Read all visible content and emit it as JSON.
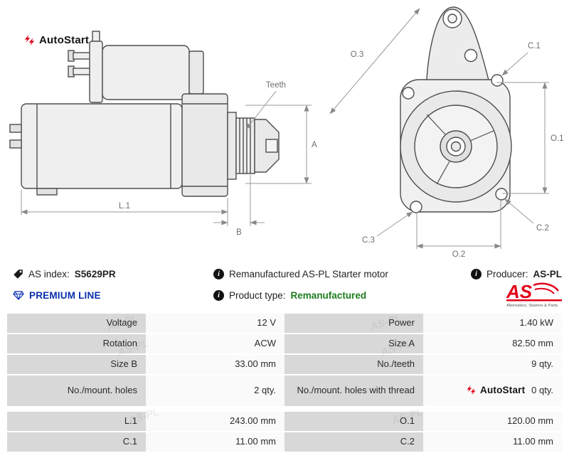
{
  "logo": {
    "autostart": "AutoStart",
    "as_short": "AS",
    "as_tagline": "Alternators, Starters & Parts"
  },
  "watermark": "AS-PL",
  "diagram": {
    "teeth": "Teeth",
    "a": "A",
    "b": "B",
    "l1": "L.1",
    "o1": "O.1",
    "o2": "O.2",
    "o3": "O.3",
    "c1": "C.1",
    "c2": "C.2",
    "c3": "C.3"
  },
  "info": {
    "as_index_label": "AS index:",
    "as_index_value": "S5629PR",
    "description": "Remanufactured AS-PL Starter motor",
    "producer_label": "Producer:",
    "producer_value": "AS-PL",
    "premium_line": "PREMIUM LINE",
    "product_type_label": "Product type:",
    "product_type_value": "Remanufactured"
  },
  "table": {
    "rows": [
      {
        "label1": "Voltage",
        "value1": "12 V",
        "label2": "Power",
        "value2": "1.40 kW"
      },
      {
        "label1": "Rotation",
        "value1": "ACW",
        "label2": "Size A",
        "value2": "82.50 mm"
      },
      {
        "label1": "Size B",
        "value1": "33.00 mm",
        "label2": "No./teeth",
        "value2": "9 qty."
      },
      {
        "label1": "No./mount. holes",
        "value1": "2 qty.",
        "label2": "No./mount. holes with thread",
        "value2": "0 qty."
      },
      {
        "label1": "L.1",
        "value1": "243.00 mm",
        "label2": "O.1",
        "value2": "120.00 mm"
      },
      {
        "label1": "C.1",
        "value1": "11.00 mm",
        "label2": "C.2",
        "value2": "11.00 mm"
      }
    ]
  }
}
